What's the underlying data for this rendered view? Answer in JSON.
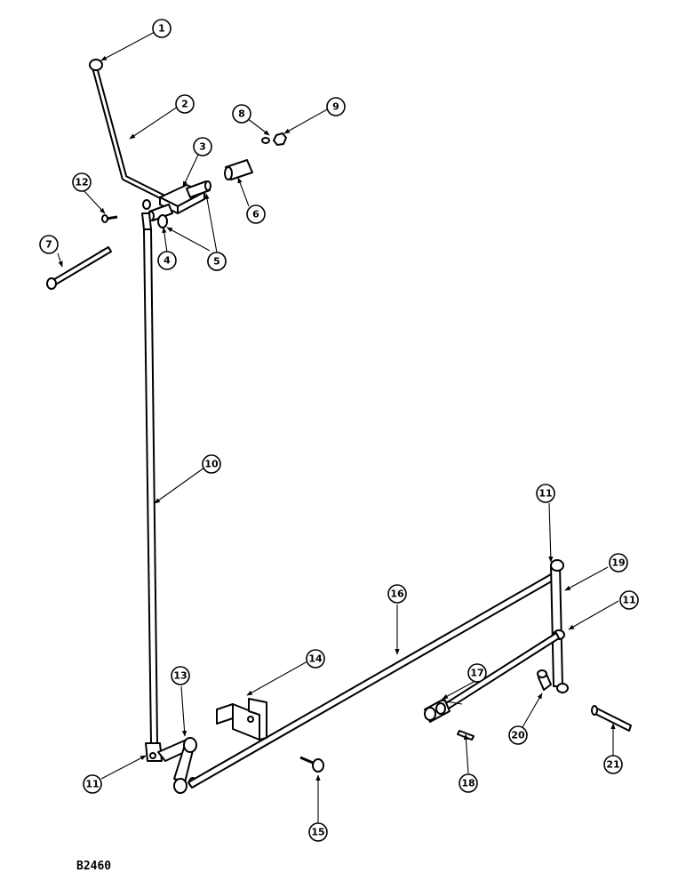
{
  "figure_id": "B2460",
  "callouts": [
    "1",
    "2",
    "3",
    "4",
    "5",
    "5",
    "6",
    "7",
    "8",
    "9",
    "10",
    "11",
    "11",
    "11",
    "12",
    "13",
    "14",
    "15",
    "16",
    "17",
    "18",
    "19",
    "20",
    "21"
  ]
}
